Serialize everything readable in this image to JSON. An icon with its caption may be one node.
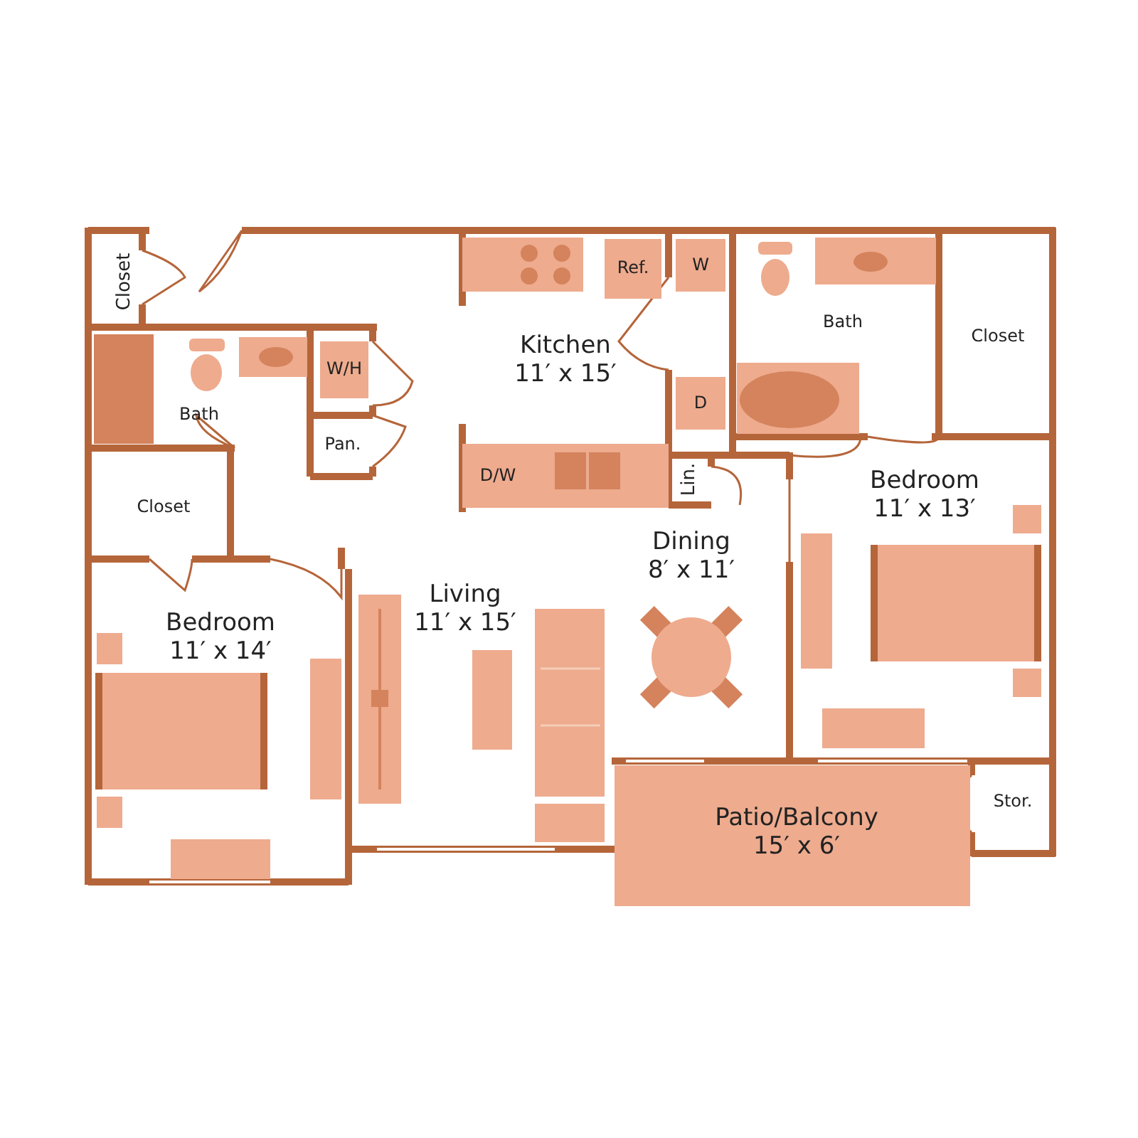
{
  "diagram": {
    "nodes": [
      {
        "text": [
          "Closet"
        ]
      },
      {
        "text": [
          "Ref."
        ]
      },
      {
        "text": [
          "W"
        ]
      },
      {
        "text": [
          "Bath"
        ]
      },
      {
        "text": [
          "Closet"
        ]
      },
      {
        "text": [
          "W/H"
        ]
      },
      {
        "text": [
          "Kitchen",
          "11′ x 15′"
        ]
      },
      {
        "text": [
          "Bath"
        ]
      },
      {
        "text": [
          "D"
        ]
      },
      {
        "text": [
          "Pan."
        ]
      },
      {
        "text": [
          "D/W"
        ]
      },
      {
        "text": [
          "Lin."
        ]
      },
      {
        "text": [
          "Bedroom",
          "11′ x 13′"
        ]
      },
      {
        "text": [
          "Closet"
        ]
      },
      {
        "text": [
          "Dining",
          "8′ x 11′"
        ]
      },
      {
        "text": [
          "Living",
          "11′ x 15′"
        ]
      },
      {
        "text": [
          "Bedroom",
          "11′ x 14′"
        ]
      },
      {
        "text": [
          "Stor."
        ]
      },
      {
        "text": [
          "Patio/Balcony",
          "15′ x 6′"
        ]
      }
    ]
  }
}
